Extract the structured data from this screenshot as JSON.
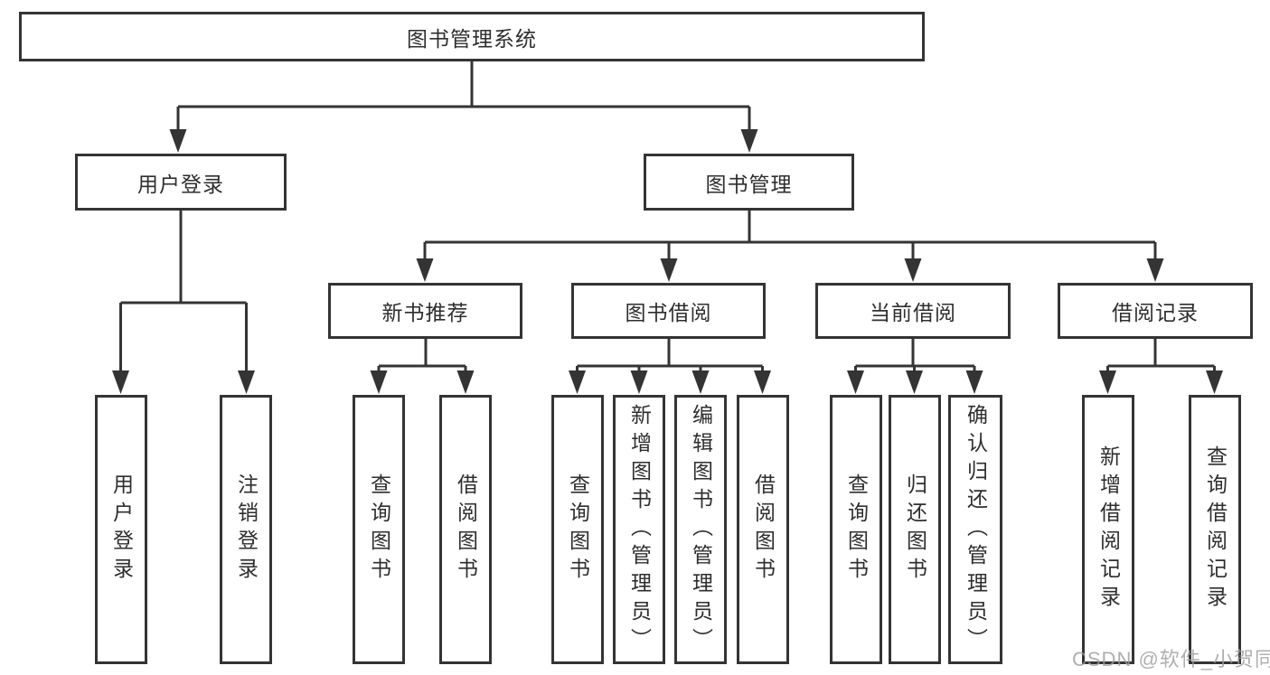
{
  "diagram": {
    "root": {
      "label": "图书管理系统"
    },
    "level2": {
      "user_login": {
        "label": "用户登录"
      },
      "book_management": {
        "label": "图书管理"
      }
    },
    "level3": {
      "new_book_recommendation": {
        "label": "新书推荐"
      },
      "book_borrowing": {
        "label": "图书借阅"
      },
      "current_borrowing": {
        "label": "当前借阅"
      },
      "borrowing_records": {
        "label": "借阅记录"
      }
    },
    "leaves": {
      "user_login": [
        "用户登录",
        "注销登录"
      ],
      "new_book_recommendation": [
        "查询图书",
        "借阅图书"
      ],
      "book_borrowing": [
        "查询图书",
        "新增图书（管理员）",
        "编辑图书（管理员）",
        "借阅图书"
      ],
      "current_borrowing": [
        "查询图书",
        "归还图书",
        "确认归还（管理员）"
      ],
      "borrowing_records": [
        "新增借阅记录",
        "查询借阅记录"
      ]
    },
    "watermark": "CSDN @软件_小贺同学",
    "colors": {
      "line": "#343434",
      "text": "#2e2e2e",
      "background": "#ffffff",
      "watermark": "#9c9c9c"
    }
  }
}
